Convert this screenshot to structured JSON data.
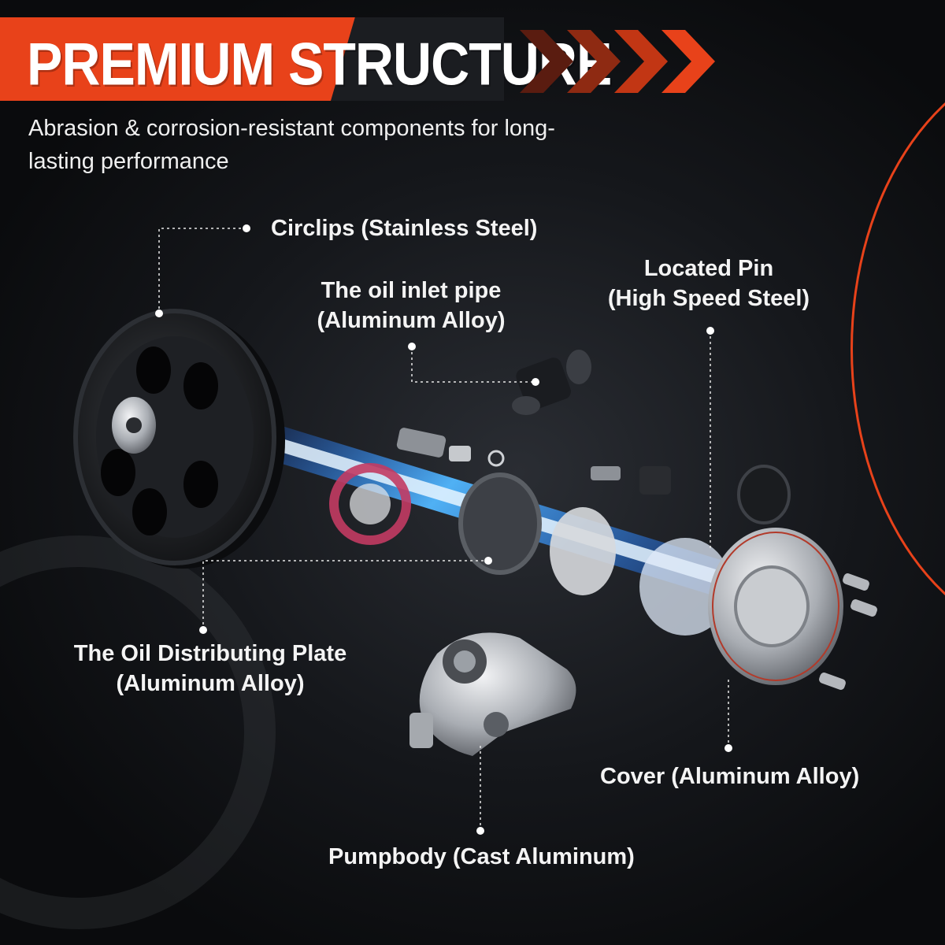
{
  "header": {
    "title": "PREMIUM STRUCTURE",
    "subtitle": "Abrasion & corrosion-resistant components for long-lasting performance"
  },
  "callouts": {
    "circlips": "Circlips (Stainless Steel)",
    "inlet_line1": "The oil inlet pipe",
    "inlet_line2": "(Aluminum Alloy)",
    "pin_line1": "Located Pin",
    "pin_line2": "(High Speed Steel)",
    "plate_line1": "The Oil Distributing Plate",
    "plate_line2": "(Aluminum Alloy)",
    "cover": "Cover (Aluminum Alloy)",
    "pumpbody": "Pumpbody (Cast Aluminum)"
  },
  "colors": {
    "accent": "#e8421a",
    "glow": "#2f8cff",
    "text": "#f4f4f4"
  },
  "icons": [
    "chevron-right-icon",
    "pulley-image",
    "pump-body-image",
    "cover-image"
  ]
}
